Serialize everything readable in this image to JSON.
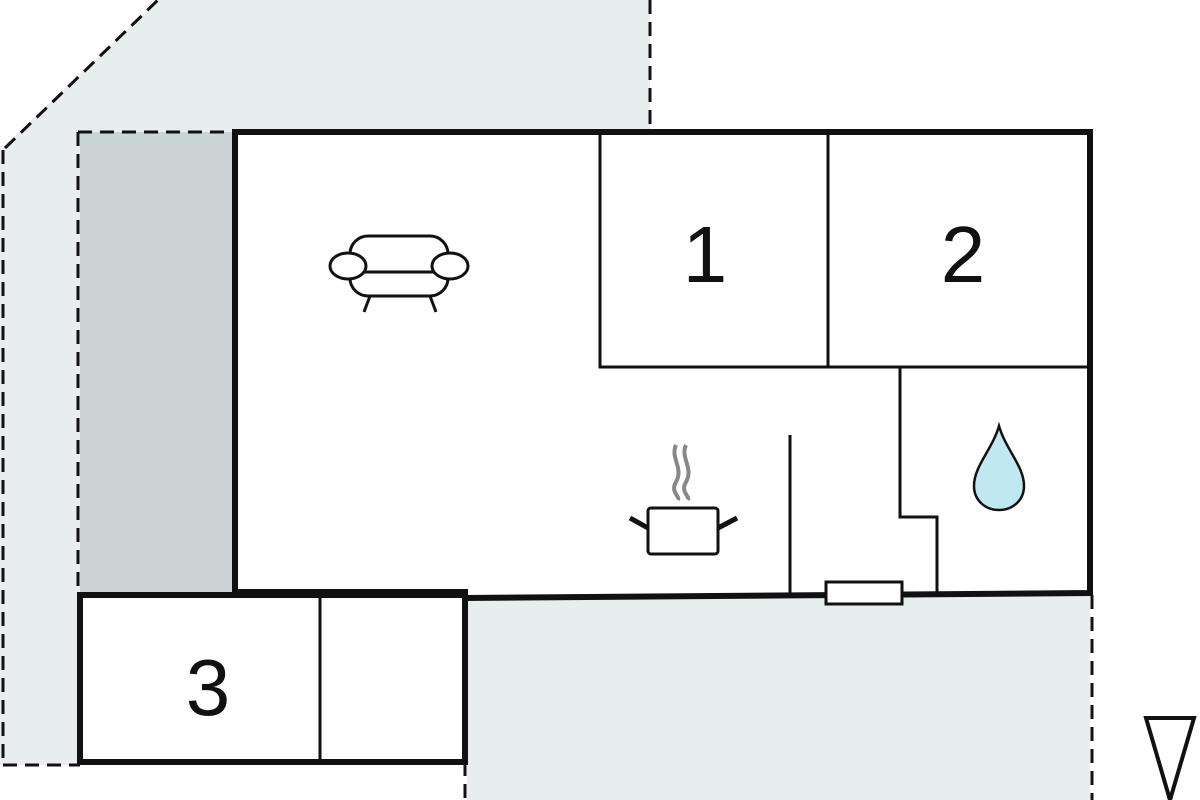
{
  "floorplan": {
    "rooms": [
      {
        "id": "bedroom-1",
        "label": "1"
      },
      {
        "id": "bedroom-2",
        "label": "2"
      },
      {
        "id": "bedroom-3",
        "label": "3"
      }
    ],
    "icons": {
      "living": "sofa-icon",
      "kitchen": "cooking-pot-icon",
      "bathroom": "water-drop-icon",
      "north": "north-arrow-icon"
    },
    "colors": {
      "wall": "#111111",
      "outdoor_area": "#e8eeee",
      "shaded_area": "#ccd5d5",
      "water": "#bfe8f0",
      "steam": "#888888"
    }
  }
}
